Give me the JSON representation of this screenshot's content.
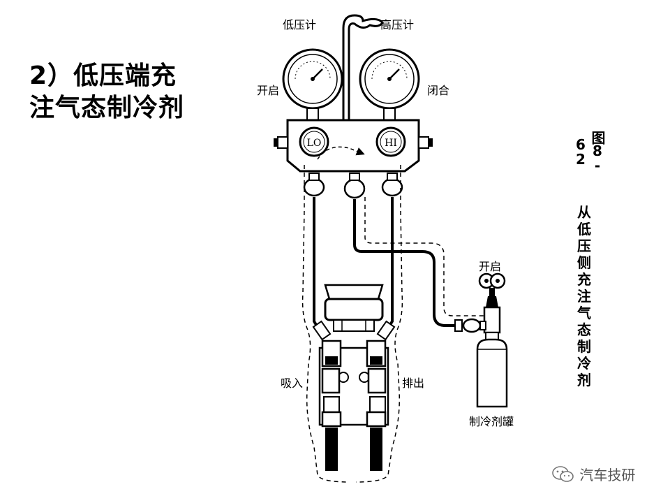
{
  "title": {
    "line1": "2）低压端充",
    "line2": "注气态制冷剂"
  },
  "labels": {
    "low_gauge": "低压计",
    "high_gauge": "高压计",
    "open_left": "开启",
    "close_right": "闭合",
    "lo_valve": "LO",
    "hi_valve": "HI",
    "can_open": "开启",
    "suction": "吸入",
    "discharge": "排出",
    "can": "制冷剂罐"
  },
  "caption": {
    "figure_number": "图8-62",
    "description": "从低压侧充注气态制冷剂"
  },
  "watermark": {
    "text": "汽车技研",
    "icon": "wechat-icon"
  }
}
